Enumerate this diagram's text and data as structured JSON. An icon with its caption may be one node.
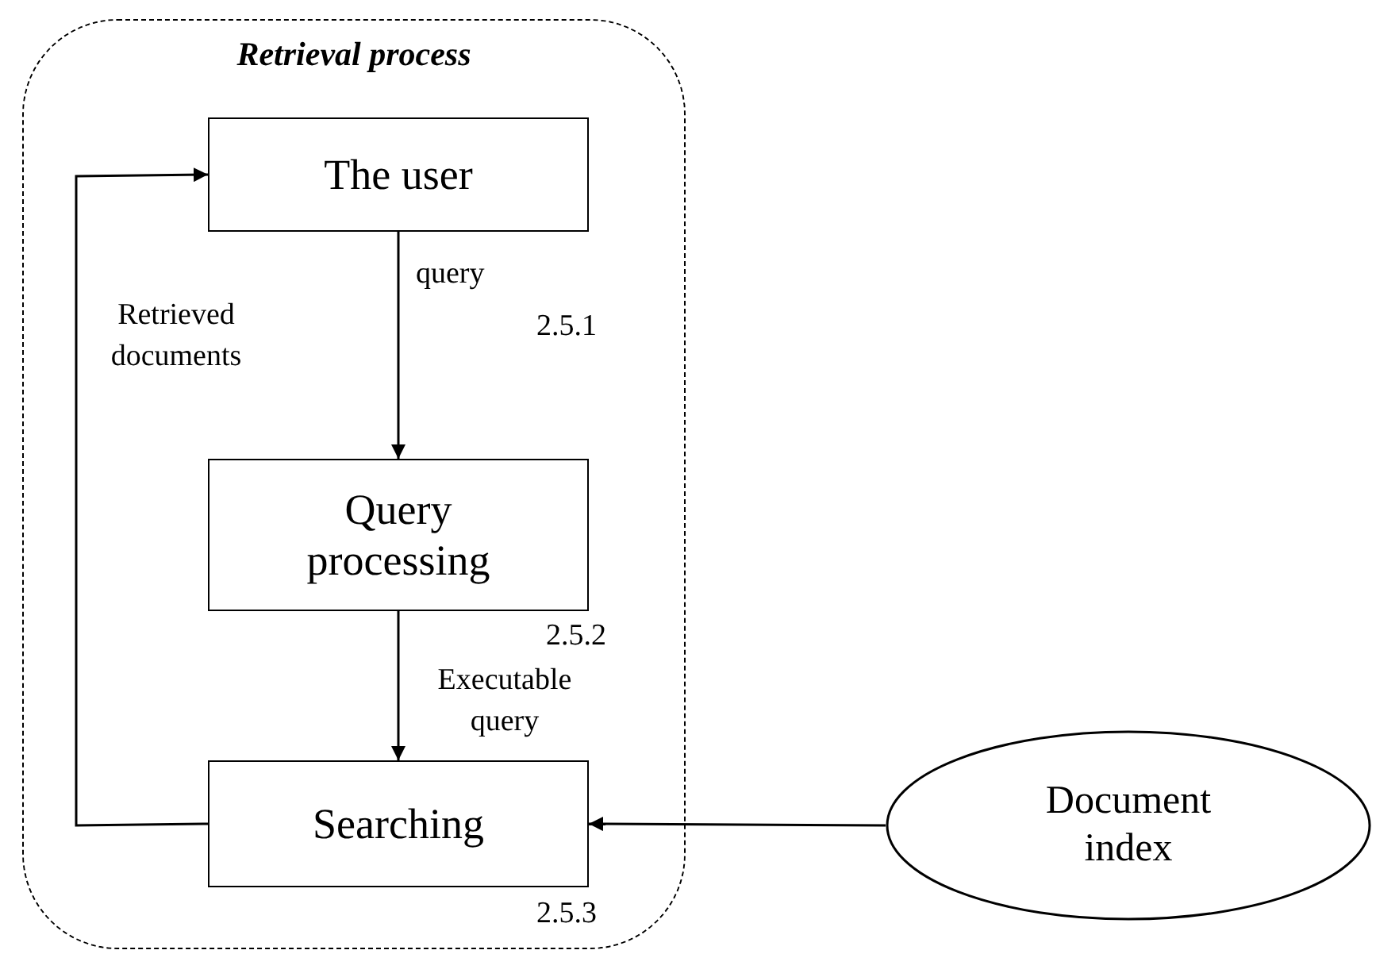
{
  "diagram": {
    "nodes": [
      {
        "text": [
          "Retrieval process"
        ]
      },
      {
        "text": [
          "The user"
        ],
        "in": 0
      },
      {
        "text": [
          "Query processing"
        ],
        "in": 0
      },
      {
        "text": [
          "Searching"
        ],
        "in": 0
      },
      {
        "text": [
          "Document index"
        ]
      }
    ],
    "edges": [
      {
        "from": 1,
        "to": 2,
        "arrow": "to",
        "label": "query"
      },
      {
        "from": 2,
        "to": 3,
        "arrow": "to",
        "label": "Executable query"
      },
      {
        "from": 3,
        "to": 1,
        "arrow": "to",
        "label": "Retrieved documents"
      },
      {
        "from": 4,
        "to": 3,
        "arrow": "to"
      }
    ],
    "labels": [
      "2.5.1",
      "2.5.2",
      "2.5.3"
    ]
  }
}
